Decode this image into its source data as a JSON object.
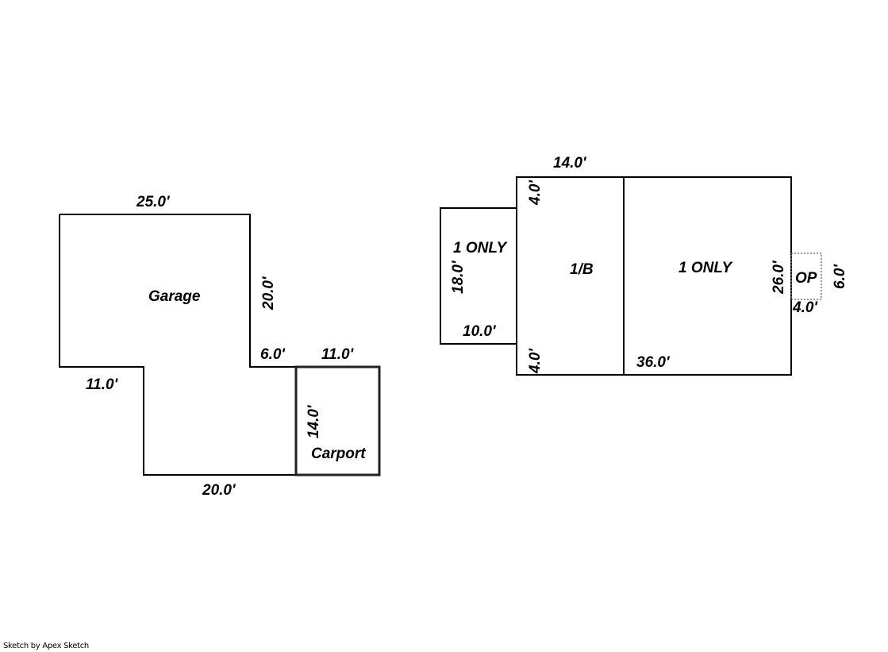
{
  "sketch_left": {
    "areas": {
      "garage": "Garage",
      "carport": "Carport"
    },
    "dimensions": {
      "garage_top": "25.0'",
      "garage_right": "20.0'",
      "step_6": "6.0'",
      "carport_top": "11.0'",
      "garage_left_bottom": "11.0'",
      "carport_side": "14.0'",
      "bottom": "20.0'"
    }
  },
  "sketch_right": {
    "areas": {
      "left_wing": "1 ONLY",
      "middle": "1/B",
      "main": "1 ONLY",
      "porch": "OP"
    },
    "dimensions": {
      "top": "14.0'",
      "top_offset": "4.0'",
      "left_wing_height": "18.0'",
      "left_wing_width": "10.0'",
      "bottom_offset": "4.0'",
      "main_width": "36.0'",
      "main_height": "26.0'",
      "porch_height": "6.0'",
      "porch_width": "4.0'"
    }
  },
  "footer": {
    "credit": "Sketch by Apex Sketch"
  }
}
